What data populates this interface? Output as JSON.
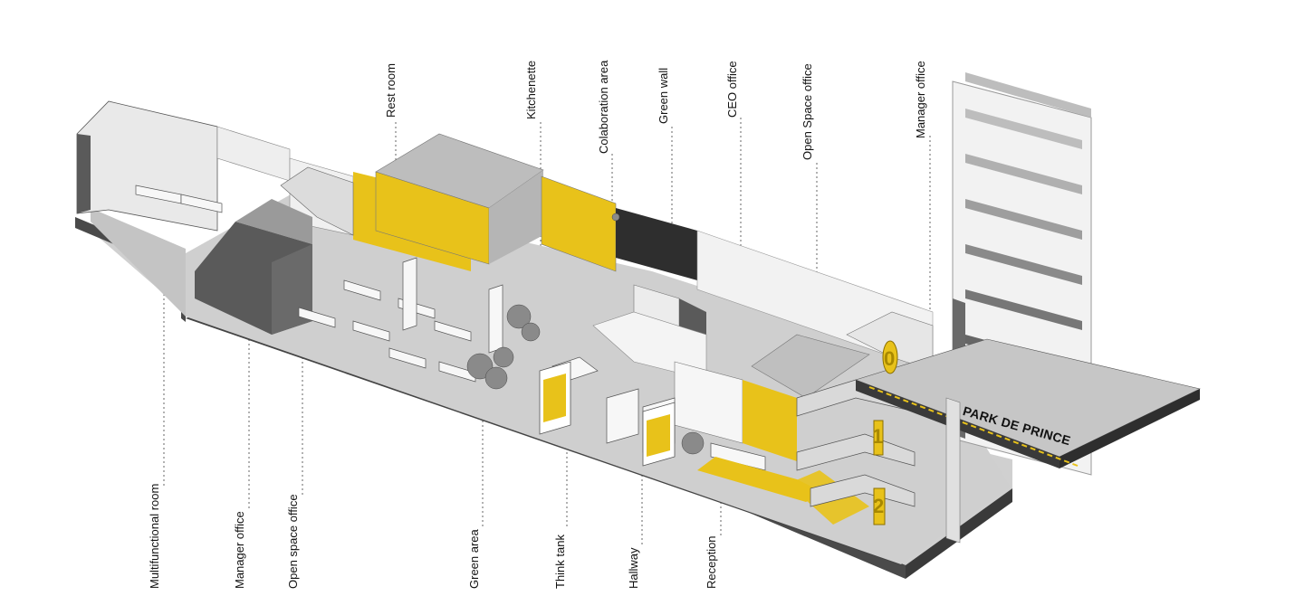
{
  "diagram": {
    "labels_top": [
      {
        "key": "rest_room",
        "text": "Rest room"
      },
      {
        "key": "kitchenette",
        "text": "Kitchenette"
      },
      {
        "key": "colaboration_area",
        "text": "Colaboration area"
      },
      {
        "key": "green_wall",
        "text": "Green wall"
      },
      {
        "key": "ceo_office",
        "text": "CEO office"
      },
      {
        "key": "open_space_office_top",
        "text": "Open Space office"
      },
      {
        "key": "manager_office_top",
        "text": "Manager office"
      }
    ],
    "labels_bottom": [
      {
        "key": "multifunctional_room",
        "text": "Multifunctional  room"
      },
      {
        "key": "manager_office_bottom",
        "text": "Manager  office"
      },
      {
        "key": "open_space_office_bottom",
        "text": "Open space office"
      },
      {
        "key": "green_area",
        "text": "Green area"
      },
      {
        "key": "think_tank",
        "text": "Think  tank"
      },
      {
        "key": "hallway",
        "text": "Hallway"
      },
      {
        "key": "reception",
        "text": "Reception"
      }
    ],
    "building_sign": "PARK DE PRINCE",
    "floor_numbers": [
      "0",
      "1",
      "2"
    ],
    "colors": {
      "accent": "#e8c21a",
      "wall_dark": "#5a5a5a",
      "floor": "#c8c8c8",
      "wall_light": "#e6e6e6"
    }
  }
}
